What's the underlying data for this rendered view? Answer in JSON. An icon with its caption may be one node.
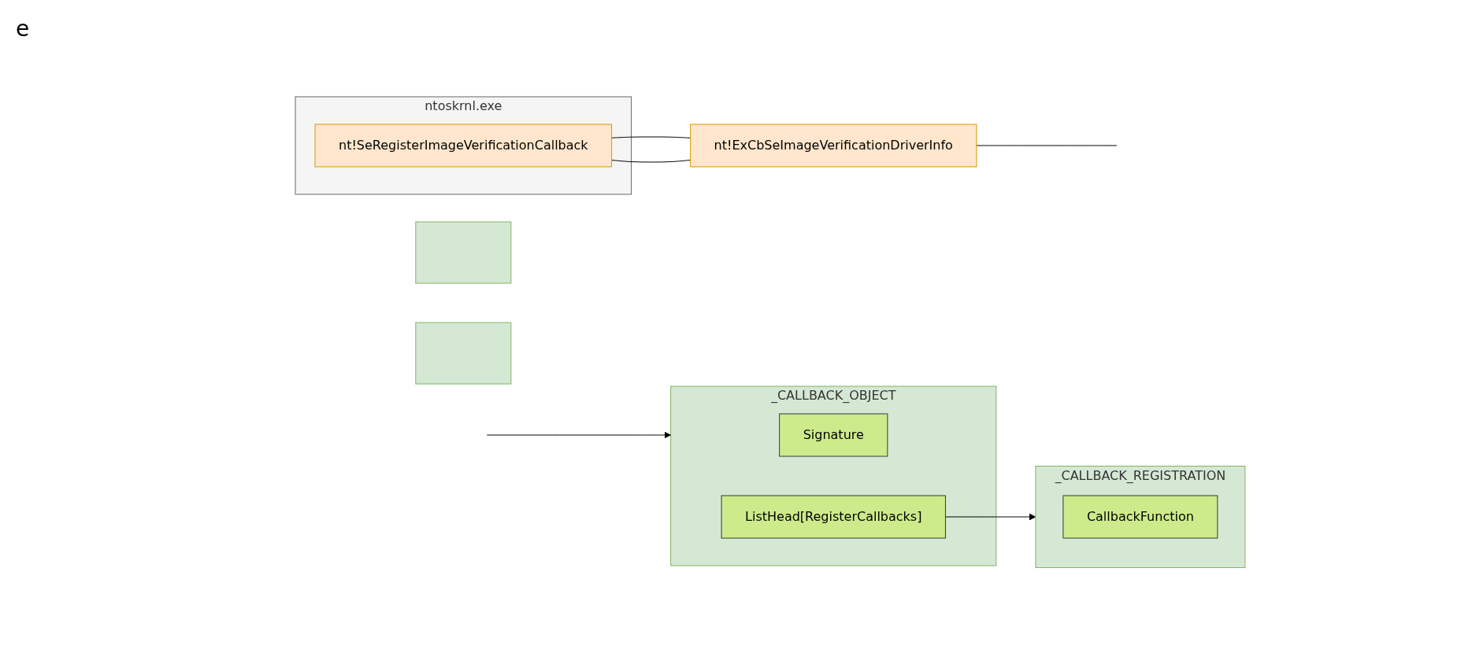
{
  "diagram": {
    "nodes": [
      {
        "text": [
          "ntoskrnl.exe"
        ]
      },
      {
        "text": [
          "nt!SeRegisterImageVerificationCallback"
        ],
        "in": 0
      },
      {
        "text": [
          "nt!ExCbSeImageVerificationDriverInfo"
        ]
      },
      {
        "text": [
          "_CALLBACK_OBJECT"
        ]
      },
      {
        "text": [
          "Signature"
        ],
        "in": 3
      },
      {
        "text": [
          "ListHead[RegisterCallbacks]"
        ],
        "in": 3
      },
      {
        "text": [
          "_CALLBACK_REGISTRATION"
        ]
      },
      {
        "text": [
          "CallbackFunction"
        ],
        "in": 6
      },
      {
        "text": [],
        "shape": "box"
      },
      {
        "text": [],
        "shape": "box"
      }
    ],
    "edges": [
      {
        "from": 1,
        "to": 2,
        "arrow": "none"
      },
      {
        "from": 1,
        "to": 2,
        "arrow": "none"
      },
      {
        "from": 2,
        "to": null,
        "arrow": "none"
      },
      {
        "from": null,
        "to": 3,
        "arrow": "to"
      },
      {
        "from": 5,
        "to": 6,
        "arrow": "to"
      }
    ],
    "labels": [
      "e"
    ]
  }
}
